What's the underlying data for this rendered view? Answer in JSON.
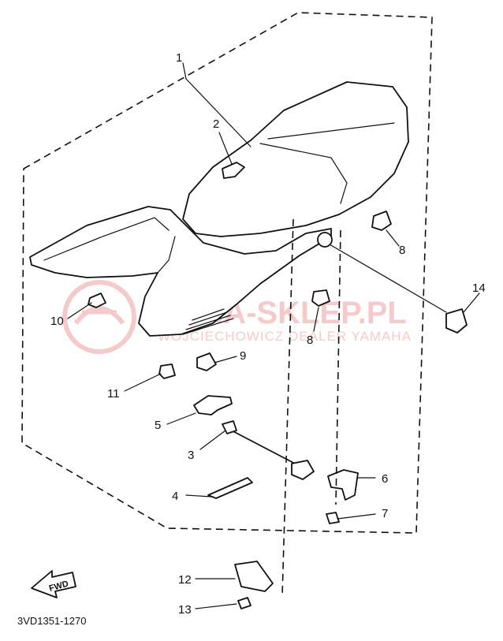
{
  "callouts": [
    {
      "id": "1",
      "text": "1"
    },
    {
      "id": "2",
      "text": "2"
    },
    {
      "id": "3",
      "text": "3"
    },
    {
      "id": "4",
      "text": "4"
    },
    {
      "id": "5",
      "text": "5"
    },
    {
      "id": "6",
      "text": "6"
    },
    {
      "id": "7",
      "text": "7"
    },
    {
      "id": "8a",
      "text": "8"
    },
    {
      "id": "8b",
      "text": "8"
    },
    {
      "id": "9",
      "text": "9"
    },
    {
      "id": "10",
      "text": "10"
    },
    {
      "id": "11",
      "text": "11"
    },
    {
      "id": "12",
      "text": "12"
    },
    {
      "id": "13",
      "text": "13"
    },
    {
      "id": "14",
      "text": "14"
    }
  ],
  "fwd_label": "FWD",
  "drawing_code": "3VD1351-1270",
  "watermark": {
    "title": "YAMA-SKLEP.PL",
    "subtitle": "WOJCIECHOWICZ DEALER YAMAHA",
    "color": "#e46a6a"
  }
}
